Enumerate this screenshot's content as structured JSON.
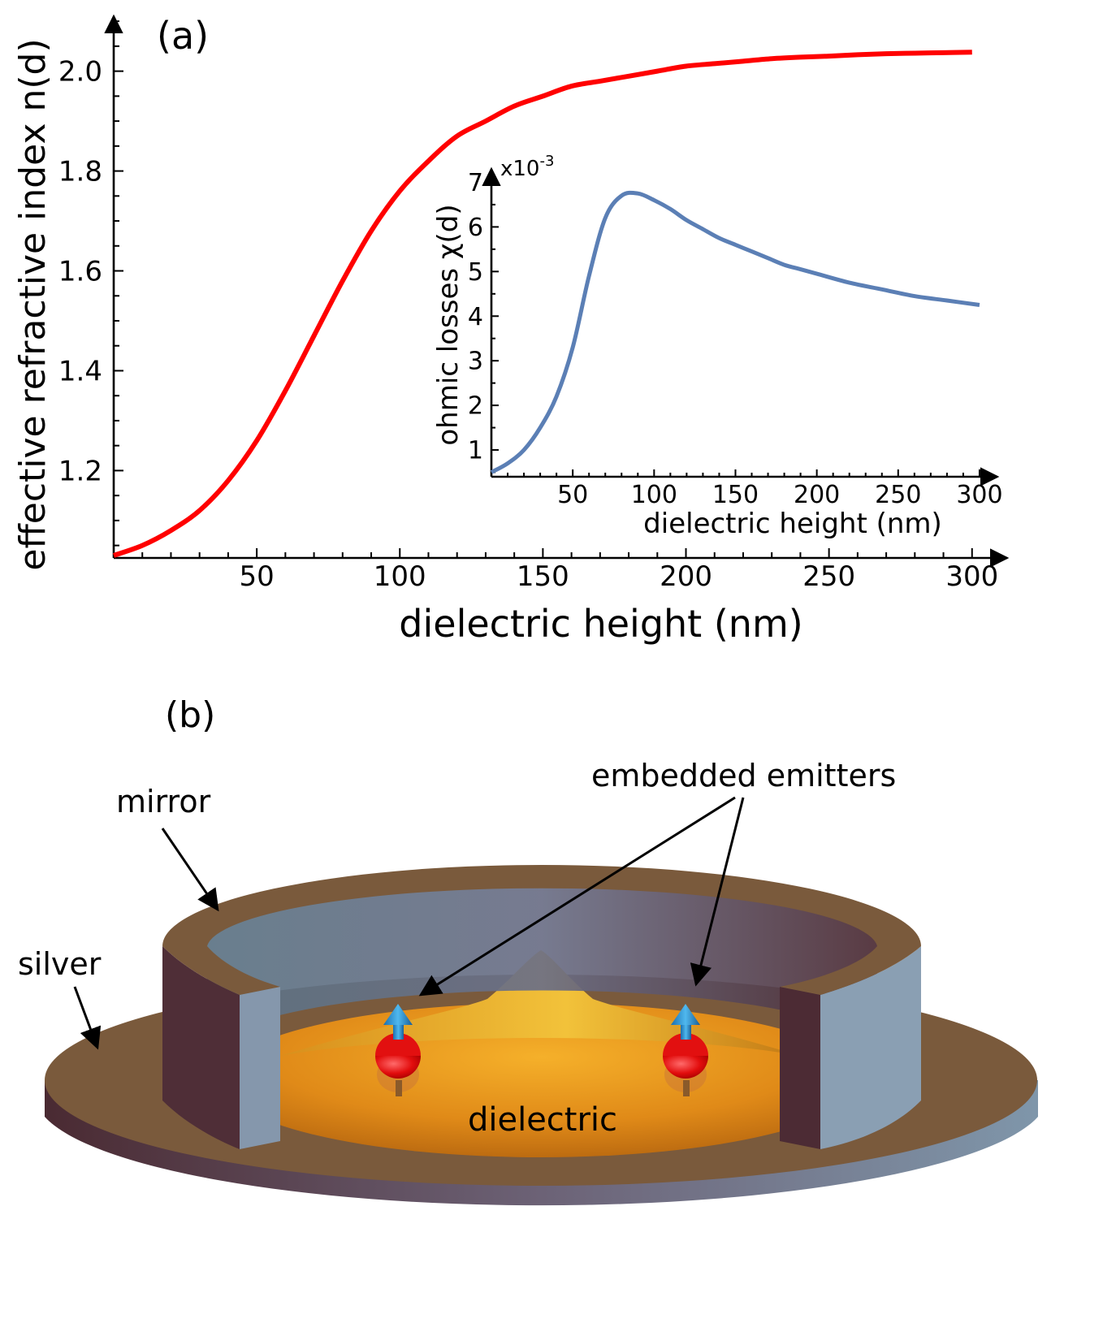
{
  "panel_a": {
    "label": "(a)",
    "xlabel": "dielectric height (nm)",
    "ylabel": "effective refractive index n(d)"
  },
  "panel_b": {
    "label": "(b)",
    "labels": {
      "mirror": "mirror",
      "silver": "silver",
      "embedded_emitters": "embedded emitters",
      "dielectric": "dielectric"
    }
  },
  "chart_data": [
    {
      "type": "line",
      "title": "",
      "xlabel": "dielectric height (nm)",
      "ylabel": "effective refractive index n(d)",
      "xlim": [
        0,
        310
      ],
      "ylim": [
        1.025,
        2.11
      ],
      "xticks": [
        50,
        100,
        150,
        200,
        250,
        300
      ],
      "yticks": [
        1.2,
        1.4,
        1.6,
        1.8,
        2.0
      ],
      "xtick_labels": [
        "50",
        "100",
        "150",
        "200",
        "250",
        "300"
      ],
      "ytick_labels": [
        "1.2",
        "1.4",
        "1.6",
        "1.8",
        "2.0"
      ],
      "grid": false,
      "series": [
        {
          "color": "#ff0000",
          "x": [
            0,
            10,
            20,
            30,
            40,
            50,
            60,
            70,
            80,
            90,
            100,
            110,
            120,
            130,
            140,
            150,
            160,
            170,
            180,
            190,
            200,
            210,
            220,
            230,
            240,
            250,
            260,
            270,
            280,
            290,
            300
          ],
          "y": [
            1.03,
            1.05,
            1.08,
            1.12,
            1.18,
            1.26,
            1.36,
            1.47,
            1.58,
            1.68,
            1.76,
            1.82,
            1.87,
            1.9,
            1.93,
            1.95,
            1.97,
            1.98,
            1.99,
            2.0,
            2.01,
            2.015,
            2.02,
            2.025,
            2.028,
            2.03,
            2.033,
            2.035,
            2.036,
            2.037,
            2.038
          ]
        }
      ]
    },
    {
      "type": "line",
      "title": "",
      "xlabel": "dielectric height (nm)",
      "ylabel": "ohmic losses χ(d)",
      "y_multiplier": "x10-3",
      "xlim": [
        0,
        310
      ],
      "ylim": [
        0.4,
        7.3
      ],
      "xticks": [
        50,
        100,
        150,
        200,
        250,
        300
      ],
      "yticks": [
        1,
        2,
        3,
        4,
        5,
        6,
        7
      ],
      "xtick_labels": [
        "50",
        "100",
        "150",
        "200",
        "250",
        "300"
      ],
      "ytick_labels": [
        "1",
        "2",
        "3",
        "4",
        "5",
        "6",
        "7"
      ],
      "grid": false,
      "series": [
        {
          "color": "#5b7fb5",
          "x": [
            0,
            10,
            20,
            30,
            40,
            50,
            60,
            70,
            80,
            90,
            100,
            110,
            120,
            130,
            140,
            150,
            160,
            170,
            180,
            190,
            200,
            220,
            240,
            260,
            280,
            300
          ],
          "y": [
            0.5,
            0.7,
            1.0,
            1.5,
            2.2,
            3.3,
            4.9,
            6.2,
            6.7,
            6.75,
            6.6,
            6.4,
            6.15,
            5.95,
            5.75,
            5.6,
            5.45,
            5.3,
            5.15,
            5.05,
            4.95,
            4.75,
            4.6,
            4.45,
            4.35,
            4.25
          ]
        }
      ]
    }
  ]
}
